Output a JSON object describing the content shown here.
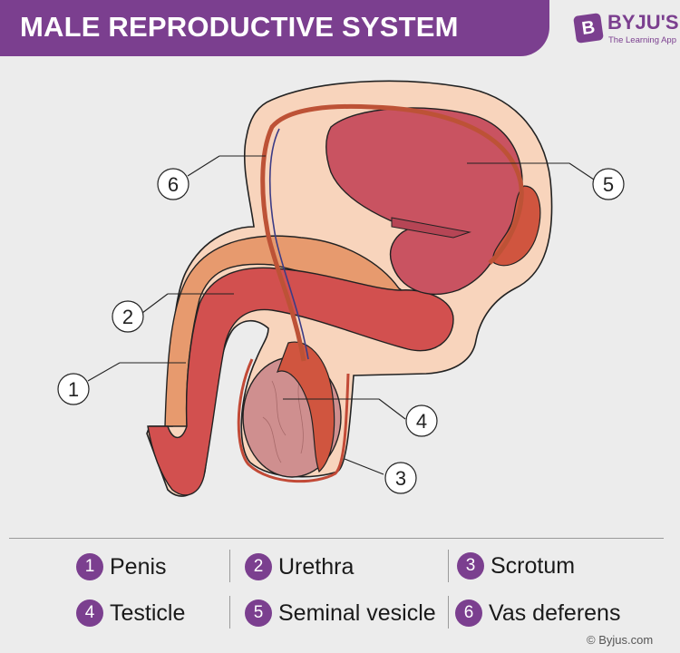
{
  "header": {
    "title": "MALE REPRODUCTIVE SYSTEM",
    "brand_logo_letter": "B",
    "brand_name": "BYJU'S",
    "brand_tagline": "The Learning App"
  },
  "callouts": [
    "1",
    "2",
    "3",
    "4",
    "5",
    "6"
  ],
  "legend": [
    {
      "number": "1",
      "label": "Penis"
    },
    {
      "number": "2",
      "label": "Urethra"
    },
    {
      "number": "3",
      "label": "Scrotum"
    },
    {
      "number": "4",
      "label": "Testicle"
    },
    {
      "number": "5",
      "label": "Seminal vesicle"
    },
    {
      "number": "6",
      "label": "Vas deferens"
    }
  ],
  "footer": {
    "copyright": "© Byjus.com"
  },
  "colors": {
    "brand": "#7b3f8f",
    "skin": "#f8d4bc",
    "outline": "#222222",
    "urethra": "#e79a6e",
    "penis_tissue": "#d2504f",
    "bladder": "#c95361",
    "testicle": "#cf8f8f",
    "epididymis": "#d0553f",
    "vas_deferens": "#bd5236",
    "vein": "#3c3c86"
  }
}
